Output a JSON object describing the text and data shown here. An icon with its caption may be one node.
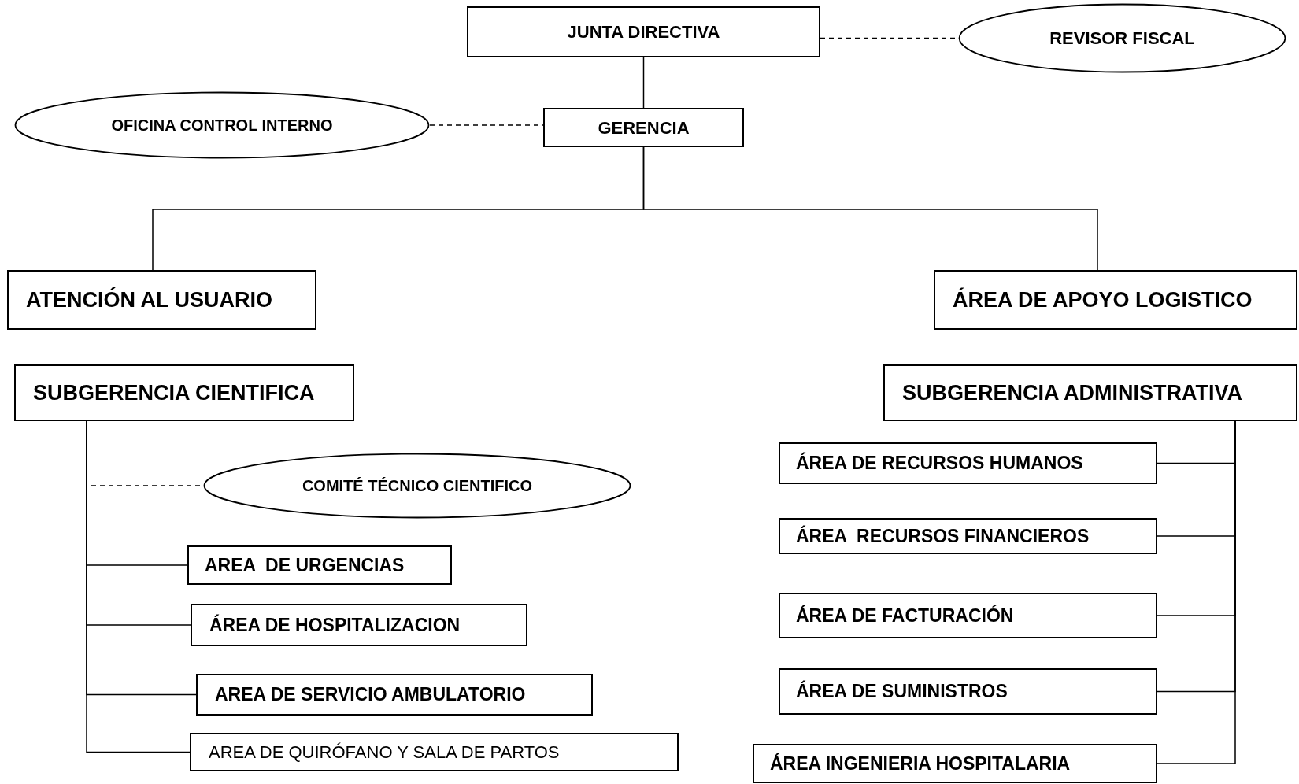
{
  "diagram": {
    "nodes": [
      {
        "text": [
          "JUNTA DIRECTIVA"
        ]
      },
      {
        "text": [
          "REVISOR FISCAL"
        ]
      },
      {
        "text": [
          "OFICINA CONTROL INTERNO"
        ]
      },
      {
        "text": [
          "GERENCIA"
        ]
      },
      {
        "text": [
          "ATENCIÓN AL USUARIO"
        ]
      },
      {
        "text": [
          "ÁREA DE APOYO LOGISTICO"
        ]
      },
      {
        "text": [
          "SUBGERENCIA CIENTIFICA"
        ]
      },
      {
        "text": [
          "SUBGERENCIA ADMINISTRATIVA"
        ]
      },
      {
        "text": [
          "COMITÉ TÉCNICO CIENTIFICO"
        ]
      },
      {
        "text": [
          "AREA  DE URGENCIAS"
        ]
      },
      {
        "text": [
          "ÁREA DE HOSPITALIZACION"
        ]
      },
      {
        "text": [
          "AREA DE SERVICIO AMBULATORIO"
        ]
      },
      {
        "text": [
          "AREA DE QUIRÓFANO Y SALA DE PARTOS"
        ]
      },
      {
        "text": [
          "ÁREA DE RECURSOS HUMANOS"
        ]
      },
      {
        "text": [
          "ÁREA  RECURSOS FINANCIEROS"
        ]
      },
      {
        "text": [
          "ÁREA DE FACTURACIÓN"
        ]
      },
      {
        "text": [
          "ÁREA DE SUMINISTROS"
        ]
      },
      {
        "text": [
          "ÁREA INGENIERIA HOSPITALARIA"
        ]
      }
    ],
    "edges": [
      {
        "from": 0,
        "to": 3,
        "arrow": "none"
      },
      {
        "from": 0,
        "to": 1,
        "arrow": "none",
        "style": "dashed"
      },
      {
        "from": 2,
        "to": 3,
        "arrow": "none",
        "style": "dashed"
      },
      {
        "from": 3,
        "to": 4,
        "arrow": "none"
      },
      {
        "from": 3,
        "to": 5,
        "arrow": "none"
      },
      {
        "from": 6,
        "to": 8,
        "arrow": "none",
        "style": "dashed"
      },
      {
        "from": 6,
        "to": 9,
        "arrow": "none"
      },
      {
        "from": 6,
        "to": 10,
        "arrow": "none"
      },
      {
        "from": 6,
        "to": 11,
        "arrow": "none"
      },
      {
        "from": 6,
        "to": 12,
        "arrow": "none"
      },
      {
        "from": 7,
        "to": 13,
        "arrow": "none"
      },
      {
        "from": 7,
        "to": 14,
        "arrow": "none"
      },
      {
        "from": 7,
        "to": 15,
        "arrow": "none"
      },
      {
        "from": 7,
        "to": 16,
        "arrow": "none"
      },
      {
        "from": 7,
        "to": 17,
        "arrow": "none"
      }
    ]
  }
}
